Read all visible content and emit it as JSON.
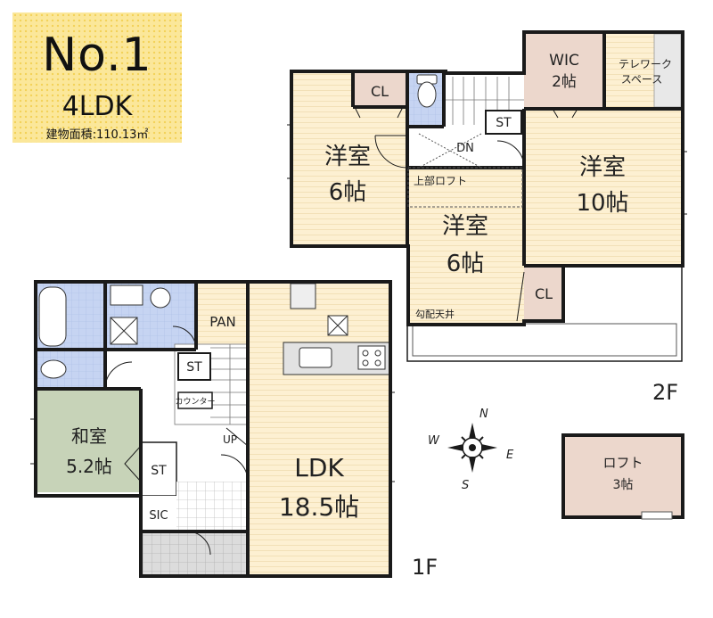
{
  "badge": {
    "number": "No.1",
    "layout": "4LDK",
    "area": "建物面積:110.13㎡"
  },
  "floor_labels": {
    "first": "1F",
    "second": "2F"
  },
  "rooms_2f": {
    "west_bedroom": {
      "name": "洋室",
      "size": "6帖"
    },
    "center_bedroom": {
      "name": "洋室",
      "size": "6帖"
    },
    "east_bedroom": {
      "name": "洋室",
      "size": "10帖"
    },
    "wic": {
      "name": "WIC",
      "size": "2帖"
    },
    "telework": "テレワーク\nスペース",
    "telework_line1": "テレワーク",
    "telework_line2": "スペース",
    "cl_west": "CL",
    "cl_center": "CL",
    "st": "ST",
    "dn": "DN",
    "upper_loft": "上部ロフト",
    "sloped_ceiling": "勾配天井"
  },
  "rooms_1f": {
    "ldk": {
      "name": "LDK",
      "size": "18.5帖"
    },
    "washitsu": {
      "name": "和室",
      "size": "5.2帖"
    },
    "pan": "PAN",
    "st_stair": "ST",
    "st_washitsu": "ST",
    "counter": "カウンター",
    "up": "UP",
    "sic": "SIC"
  },
  "loft": {
    "name": "ロフト",
    "size": "3帖"
  },
  "compass": {
    "n": "N",
    "e": "E",
    "s": "S",
    "w": "W"
  },
  "colors": {
    "flooring": "#fdf0d2",
    "tatami": "#c7d3b8",
    "wet_area": "#c6d4f2",
    "storage": "#ecd7cc",
    "entry_tile": "#d8d8d8",
    "wall": "#1a1a1a",
    "badge_bg": "#fbe79a"
  }
}
